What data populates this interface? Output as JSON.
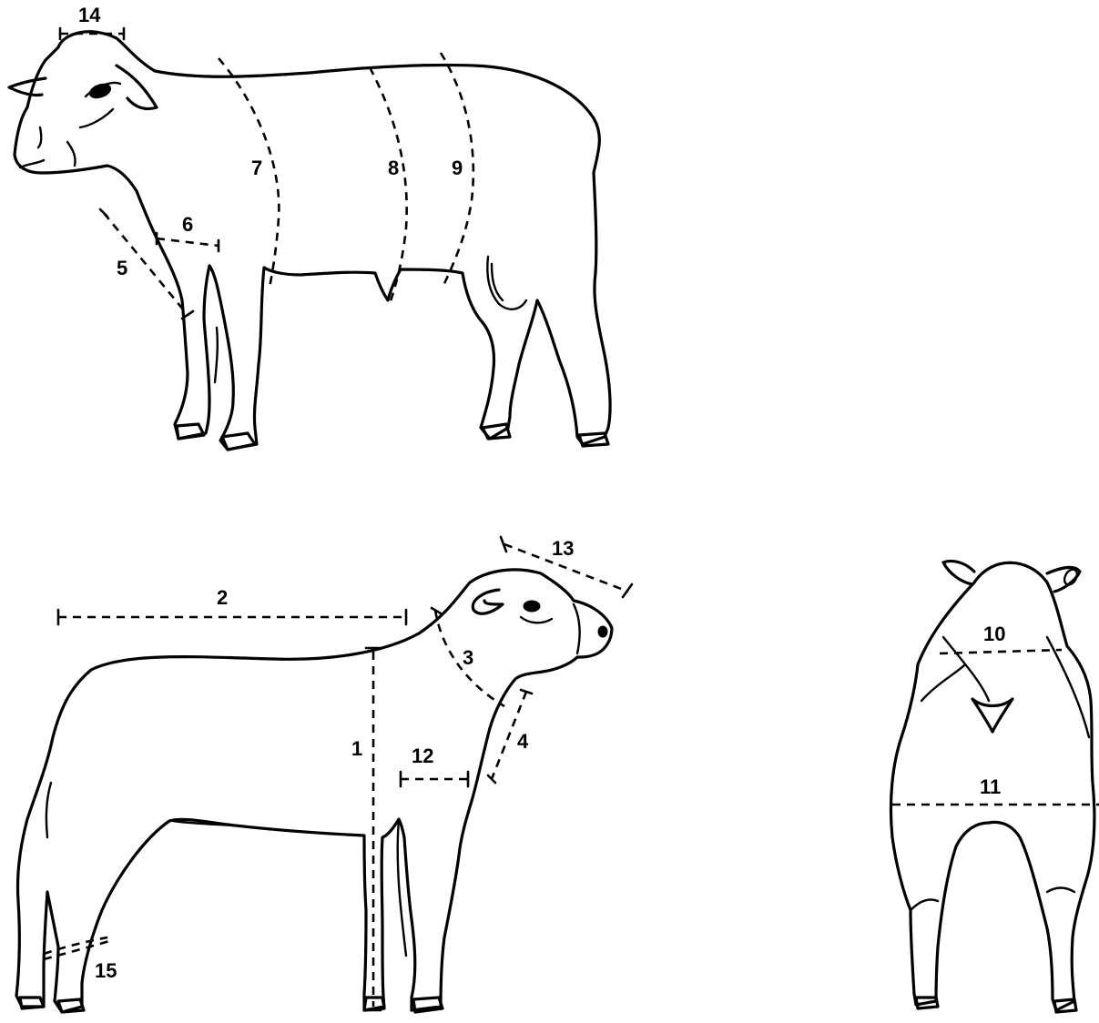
{
  "labels": {
    "m1": "1",
    "m2": "2",
    "m3": "3",
    "m4": "4",
    "m5": "5",
    "m6": "6",
    "m7": "7",
    "m8": "8",
    "m9": "9",
    "m10": "10",
    "m11": "11",
    "m12": "12",
    "m13": "13",
    "m14": "14",
    "m15": "15"
  }
}
